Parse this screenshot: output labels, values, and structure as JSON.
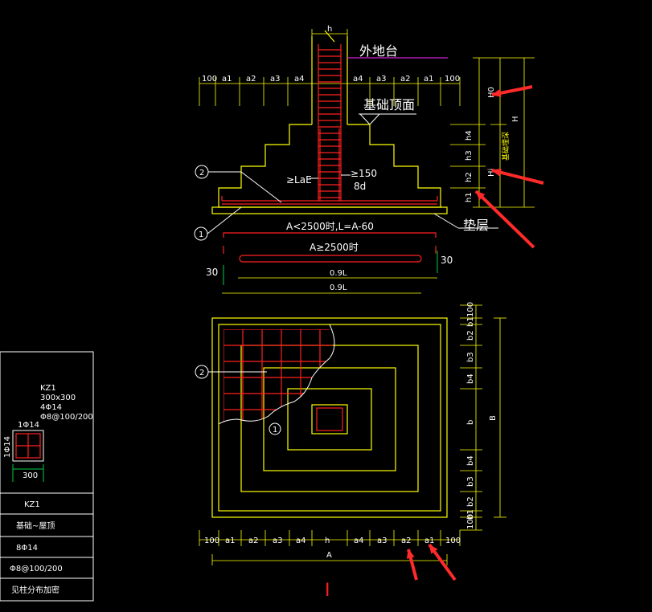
{
  "colors": {
    "background": "#000000",
    "outline": "#ffff00",
    "rebar": "#ff2020",
    "dimension_text": "#ffffff",
    "arrow": "#ff2a2a",
    "grade_line": "#cc22cc",
    "dim_green": "#00cc44"
  },
  "section": {
    "column_width_label": "h",
    "outer_grade_label": "外地台",
    "top_of_foundation_label": "基础顶面",
    "cushion_label": "垫层",
    "anchor_label": "≥LaE",
    "hook_label": "≥150",
    "bar_dia_label": "8d",
    "top_dims": [
      "100",
      "a1",
      "a2",
      "a3",
      "a4",
      "a4",
      "a3",
      "a2",
      "a1",
      "100"
    ],
    "right_dims": [
      "H0",
      "H",
      "h4",
      "h3",
      "h2",
      "h1",
      "Hj"
    ],
    "embed_depth_label": "基础埋深",
    "callout_1": "1",
    "callout_2": "2",
    "rule_small": "A<2500时,L=A-60",
    "rule_large": "A≥2500时",
    "offset_30_left": "30",
    "offset_30_right": "30",
    "len_1": "0.9L",
    "len_2": "0.9L"
  },
  "plan": {
    "callout_2": "2",
    "callout_1": "1",
    "bottom_dims": [
      "100",
      "a1",
      "a2",
      "a3",
      "a4",
      "h",
      "a4",
      "a3",
      "a2",
      "a1",
      "100"
    ],
    "total_width_label": "A",
    "right_dims": [
      "100",
      "b1",
      "b2",
      "b3",
      "b4",
      "b",
      "b4",
      "b3",
      "b2",
      "b1",
      "100"
    ],
    "total_height_label": "B",
    "section_mark": "I"
  },
  "column_table": {
    "detail": {
      "name": "KZ1",
      "size": "300x300",
      "corner_bars": "4Φ14",
      "stirrups": "Φ8@100/200",
      "side_bar_label": "1Φ14",
      "vertical_bar_label": "1Φ14",
      "width_dim": "300"
    },
    "rows": [
      "KZ1",
      "基础~屋顶",
      "8Φ14",
      "Φ8@100/200",
      "见柱分布加密"
    ]
  }
}
